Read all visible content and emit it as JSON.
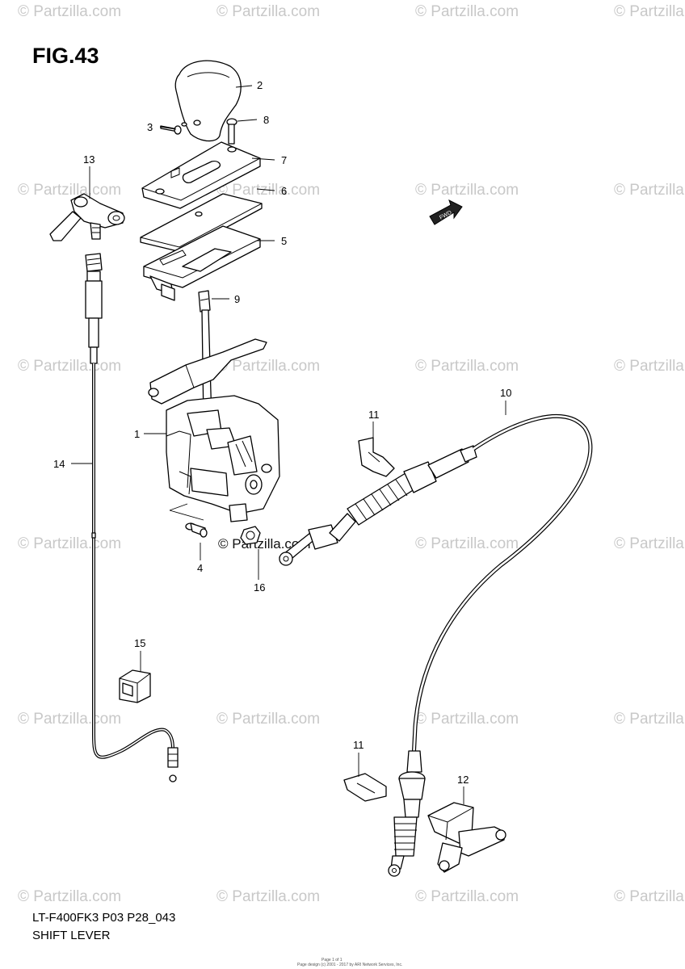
{
  "figure_label": "FIG.43",
  "model_code": "LT-F400FK3 P03 P28_043",
  "section_title": "SHIFT LEVER",
  "watermark": "© Partzilla.com",
  "center_watermark": "© Partzilla.com",
  "direction_tag": "FWD",
  "footer_line1": "Page 1 of 1",
  "footer_line2": "Page design (c) 2001 - 2017 by ARI Network Services, Inc.",
  "callouts": [
    "1",
    "2",
    "3",
    "4",
    "5",
    "6",
    "7",
    "8",
    "9",
    "10",
    "11",
    "11",
    "12",
    "13",
    "14",
    "15",
    "16"
  ]
}
